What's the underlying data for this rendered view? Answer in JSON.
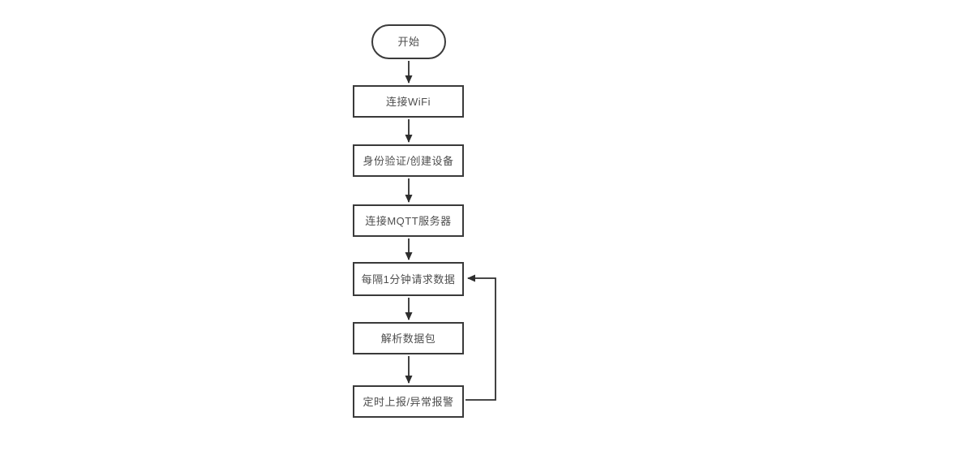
{
  "diagram": {
    "type": "flowchart",
    "background": "#ffffff",
    "colors": {
      "node_border": "#3a3a3a",
      "node_fill": "#ffffff",
      "connector": "#2e2e2e",
      "text": "#4e4e4e"
    },
    "nodes": [
      {
        "id": "start",
        "shape": "terminator",
        "label": "开始"
      },
      {
        "id": "connect-wifi",
        "shape": "process",
        "label": "连接WiFi"
      },
      {
        "id": "auth-create-device",
        "shape": "process",
        "label": "身份验证/创建设备"
      },
      {
        "id": "connect-mqtt-server",
        "shape": "process",
        "label": "连接MQTT服务器"
      },
      {
        "id": "request-data-every-minute",
        "shape": "process",
        "label": "每隔1分钟请求数据"
      },
      {
        "id": "parse-data-packet",
        "shape": "process",
        "label": "解析数据包"
      },
      {
        "id": "scheduled-report-alarm",
        "shape": "process",
        "label": "定时上报/异常报警"
      }
    ],
    "edges": [
      {
        "from": "start",
        "to": "connect-wifi",
        "style": "arrow-down"
      },
      {
        "from": "connect-wifi",
        "to": "auth-create-device",
        "style": "arrow-down"
      },
      {
        "from": "auth-create-device",
        "to": "connect-mqtt-server",
        "style": "arrow-down"
      },
      {
        "from": "connect-mqtt-server",
        "to": "request-data-every-minute",
        "style": "arrow-down"
      },
      {
        "from": "request-data-every-minute",
        "to": "parse-data-packet",
        "style": "arrow-down"
      },
      {
        "from": "parse-data-packet",
        "to": "scheduled-report-alarm",
        "style": "arrow-down"
      },
      {
        "from": "scheduled-report-alarm",
        "to": "request-data-every-minute",
        "style": "loop-right-side"
      }
    ]
  }
}
